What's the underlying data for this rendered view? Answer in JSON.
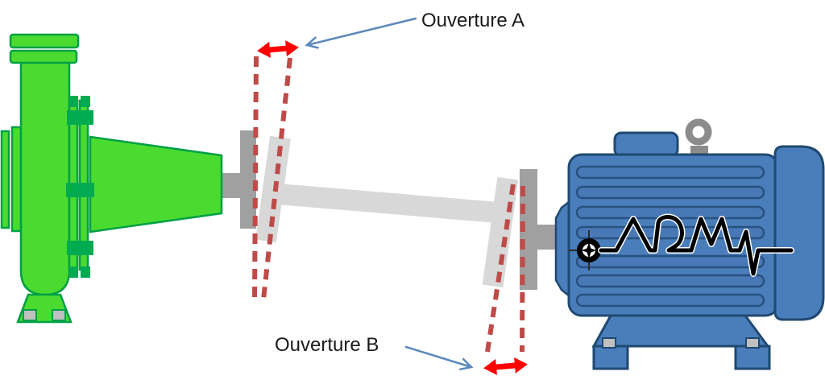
{
  "diagram": {
    "labels": {
      "ouverture_a": "Ouverture A",
      "ouverture_b": "Ouverture B"
    },
    "motor": {
      "logo_text": "ADM"
    },
    "components": {
      "left_machine": "pump",
      "right_machine": "motor",
      "coupling": "shaft-coupling-with-angular-misalignment"
    },
    "colors": {
      "pump_green": "#4BDB30",
      "pump_dark_green": "#00AA50",
      "pump_outline_green": "#00A046",
      "motor_blue": "#4A7EBB",
      "motor_dark_blue": "#1F4971",
      "fin_blue": "#4879B6",
      "fin_outline": "#27517F",
      "dark_gray": "#A0A0A0",
      "light_gray": "#D8D8D8",
      "pad_gray": "#C0C0C0",
      "ring_gray": "#8C8C8C",
      "dashed_red": "#BE4B48",
      "arrow_red": "#FF0000",
      "arrow_blue": "#5B88BD",
      "label_black": "#1A1A1A"
    }
  }
}
